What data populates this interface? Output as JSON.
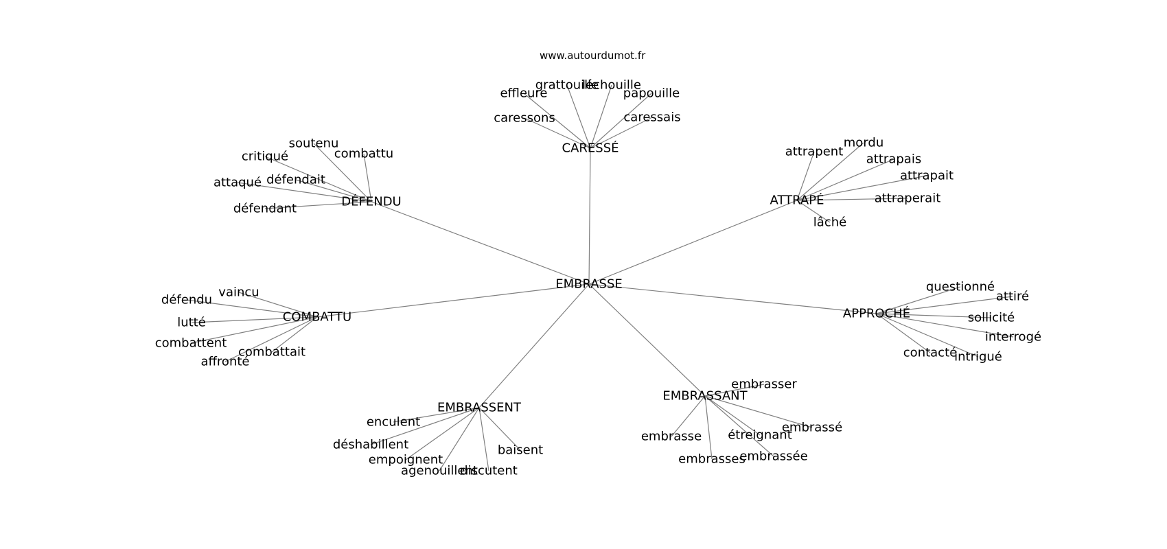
{
  "source": "www.autourdumot.fr",
  "center": "EMBRASSE",
  "groups": [
    {
      "hub": "CARESSÉ",
      "leaves": [
        "effleure",
        "grattouille",
        "léchouille",
        "papouille",
        "caressons",
        "caressais"
      ]
    },
    {
      "hub": "DÉFENDU",
      "leaves": [
        "soutenu",
        "critiqué",
        "combattu",
        "attaqué",
        "défendait",
        "défendant"
      ]
    },
    {
      "hub": "ATTRAPÉ",
      "leaves": [
        "attrapent",
        "mordu",
        "attrapais",
        "attrapait",
        "attraperait",
        "lâché"
      ]
    },
    {
      "hub": "COMBATTU",
      "leaves": [
        "vaincu",
        "défendu",
        "lutté",
        "combattent",
        "combattait",
        "affronté"
      ]
    },
    {
      "hub": "APPROCHÉ",
      "leaves": [
        "questionné",
        "attiré",
        "sollicité",
        "interrogé",
        "contacté",
        "intrigué"
      ]
    },
    {
      "hub": "EMBRASSENT",
      "leaves": [
        "enculent",
        "déshabillent",
        "empoignent",
        "agenouillent",
        "discutent",
        "baisent"
      ]
    },
    {
      "hub": "EMBRASSANT",
      "leaves": [
        "embrasser",
        "embrasse",
        "étreignant",
        "embrassé",
        "embrasses",
        "embrassée"
      ]
    }
  ]
}
